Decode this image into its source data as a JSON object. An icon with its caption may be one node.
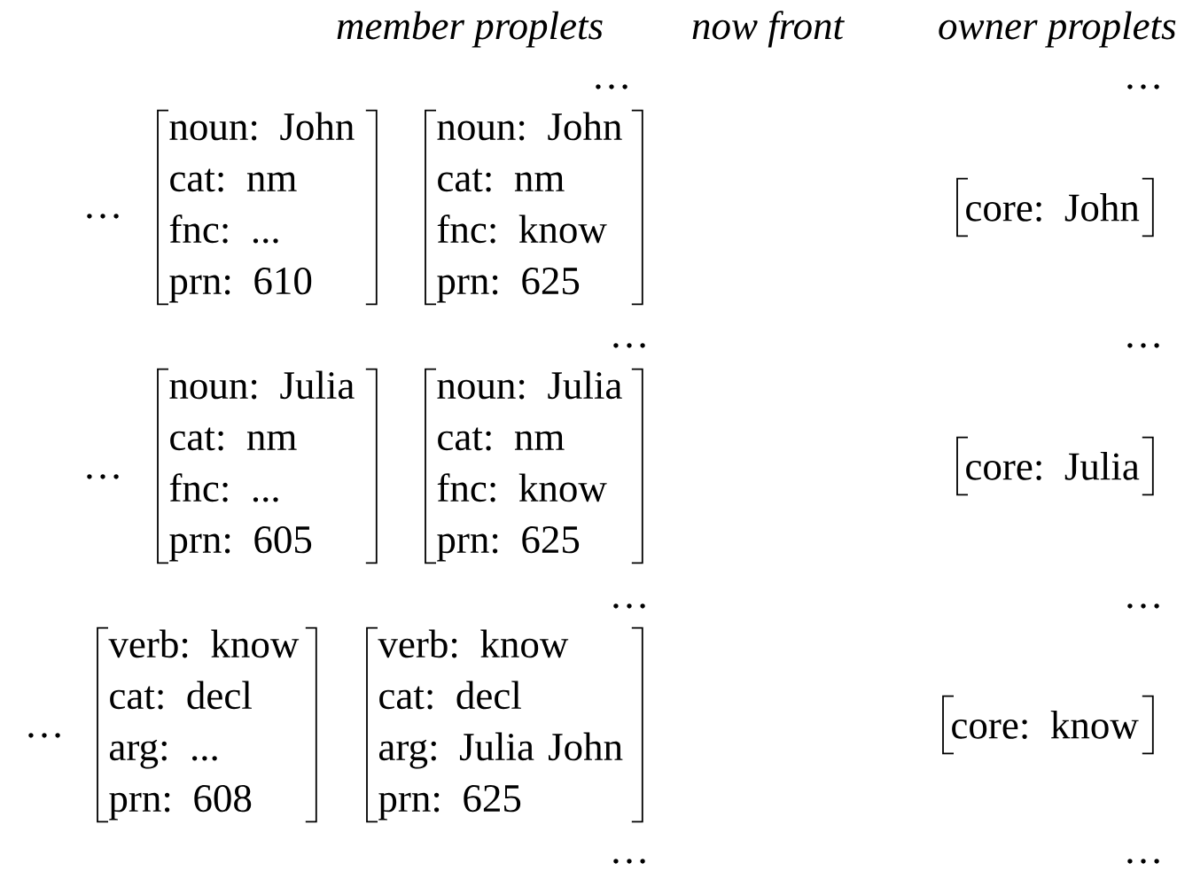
{
  "diagram": {
    "nodes": [
      {
        "text": [
          "noun: John",
          "cat: nm",
          "fnc: ...",
          "prn: 610"
        ]
      },
      {
        "text": [
          "noun: John",
          "cat: nm",
          "fnc: know",
          "prn: 625"
        ]
      },
      {
        "text": [
          "core: John"
        ]
      },
      {
        "text": [
          "noun: Julia",
          "cat: nm",
          "fnc: ...",
          "prn: 605"
        ]
      },
      {
        "text": [
          "noun: Julia",
          "cat: nm",
          "fnc: know",
          "prn: 625"
        ]
      },
      {
        "text": [
          "core: Julia"
        ]
      },
      {
        "text": [
          "verb: know",
          "cat: decl",
          "arg: ...",
          "prn: 608"
        ]
      },
      {
        "text": [
          "verb: know",
          "cat: decl",
          "arg: Julia John",
          "prn: 625"
        ]
      },
      {
        "text": [
          "core: know"
        ]
      }
    ],
    "labels": [
      "member proplets",
      "now front",
      "owner proplets",
      "…",
      "…",
      "…",
      "…",
      "…",
      "…",
      "…",
      "…",
      "…",
      "…",
      "…"
    ]
  }
}
